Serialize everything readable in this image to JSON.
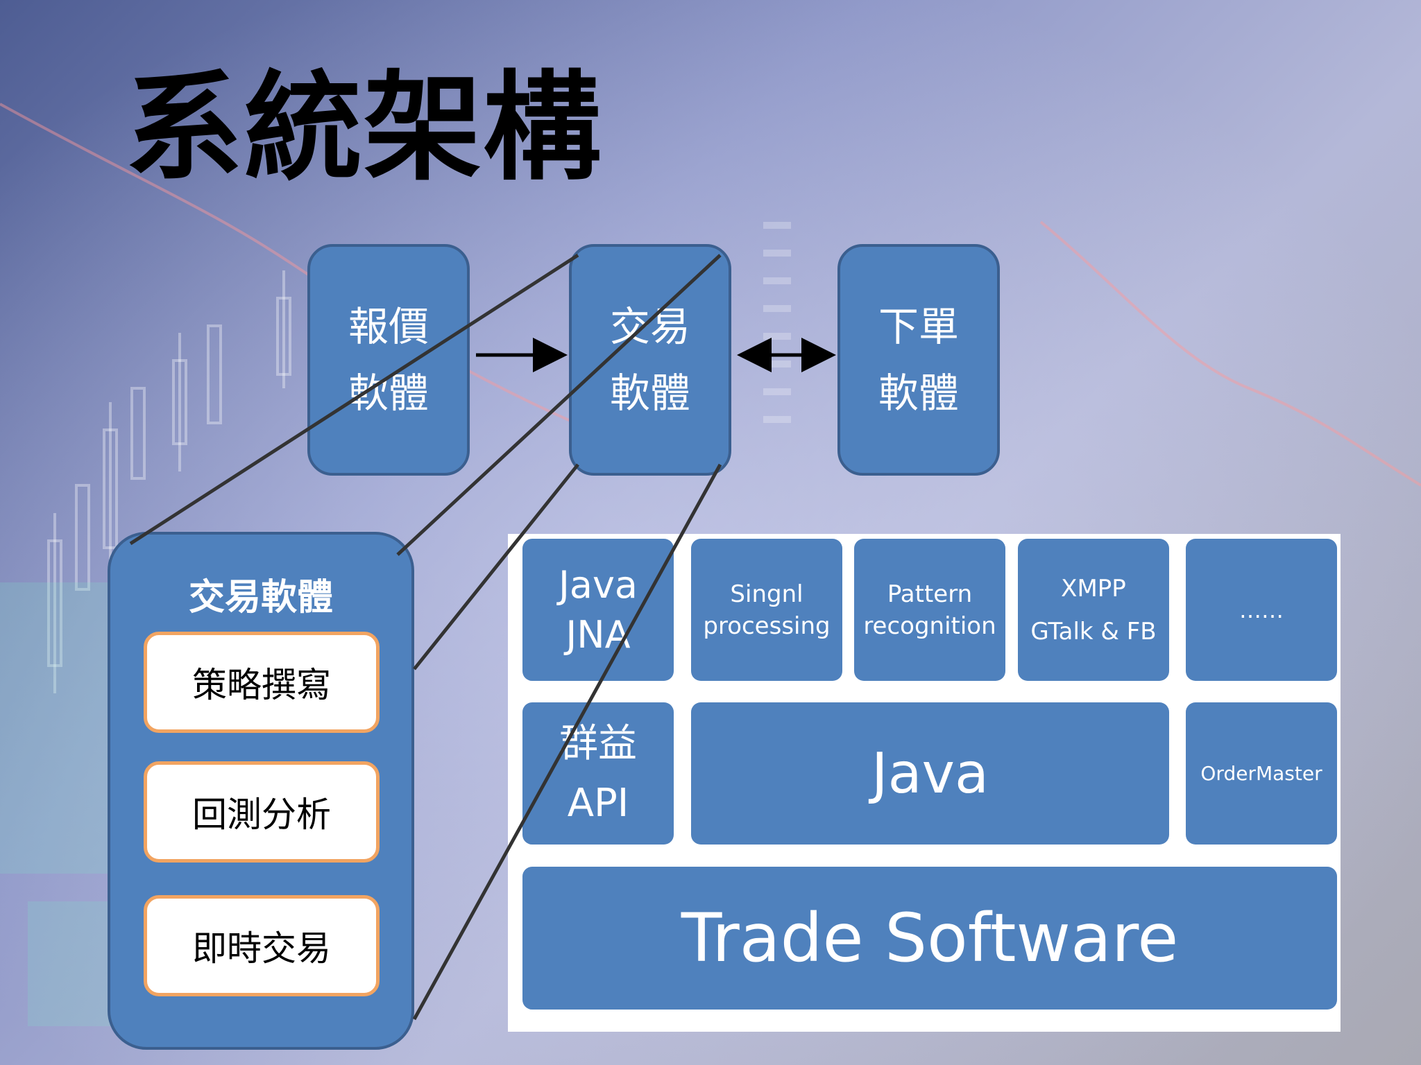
{
  "title": "系統架構",
  "top_boxes": [
    {
      "line1": "報價",
      "line2": "軟體"
    },
    {
      "line1": "交易",
      "line2": "軟體"
    },
    {
      "line1": "下單",
      "line2": "軟體"
    }
  ],
  "detail_panel": {
    "title": "交易軟體",
    "items": [
      "策略撰寫",
      "回測分析",
      "即時交易"
    ]
  },
  "architecture": {
    "row1": [
      {
        "line1": "Java",
        "line2": "JNA"
      },
      {
        "line1": "Singnl",
        "line2": "processing"
      },
      {
        "line1": "Pattern",
        "line2": "recognition"
      },
      {
        "line1": "XMPP",
        "line2": "GTalk & FB"
      },
      {
        "line1": "……"
      }
    ],
    "row2": [
      {
        "line1": "群益",
        "line2": "API"
      },
      {
        "line1": "Java"
      },
      {
        "line1": "OrderMaster"
      }
    ],
    "base": "Trade Software"
  },
  "colors": {
    "box_fill": "#4f81bd",
    "box_border": "#3b5f8f",
    "sub_box_border": "#f2a461"
  }
}
